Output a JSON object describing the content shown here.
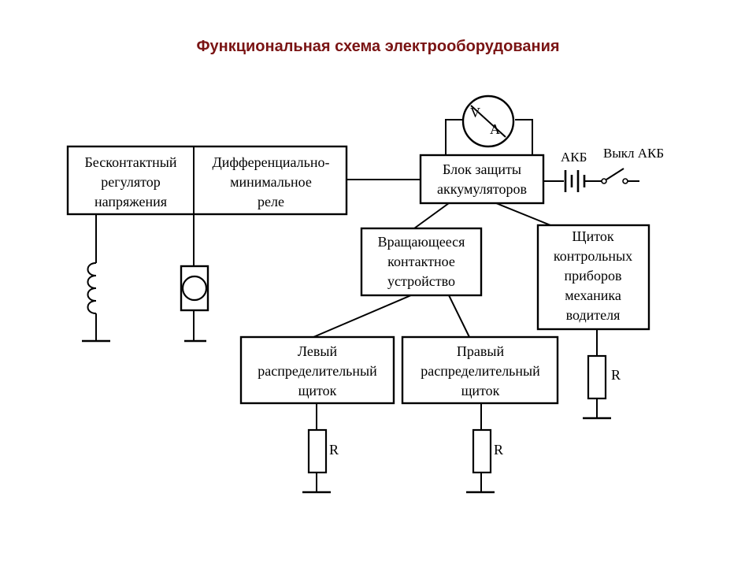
{
  "title": "Функциональная схема электрооборудования",
  "blocks": {
    "regulator": [
      "Бесконтактный",
      "регулятор",
      "напряжения"
    ],
    "relay": [
      "Дифференциально-",
      "минимальное",
      "реле"
    ],
    "protection": [
      "Блок защиты",
      "аккумуляторов"
    ],
    "rotating": [
      "Вращающееся",
      "контактное",
      "устройство"
    ],
    "panel": [
      "Щиток",
      "контрольных",
      "приборов",
      "механика",
      "водителя"
    ],
    "left_dist": [
      "Левый",
      "распределительный",
      "щиток"
    ],
    "right_dist": [
      "Правый",
      "распределительный",
      "щиток"
    ]
  },
  "meter": {
    "v": "V",
    "a": "A"
  },
  "labels": {
    "akb": "АКБ",
    "switch": "Выкл АКБ",
    "resistor": "R"
  }
}
